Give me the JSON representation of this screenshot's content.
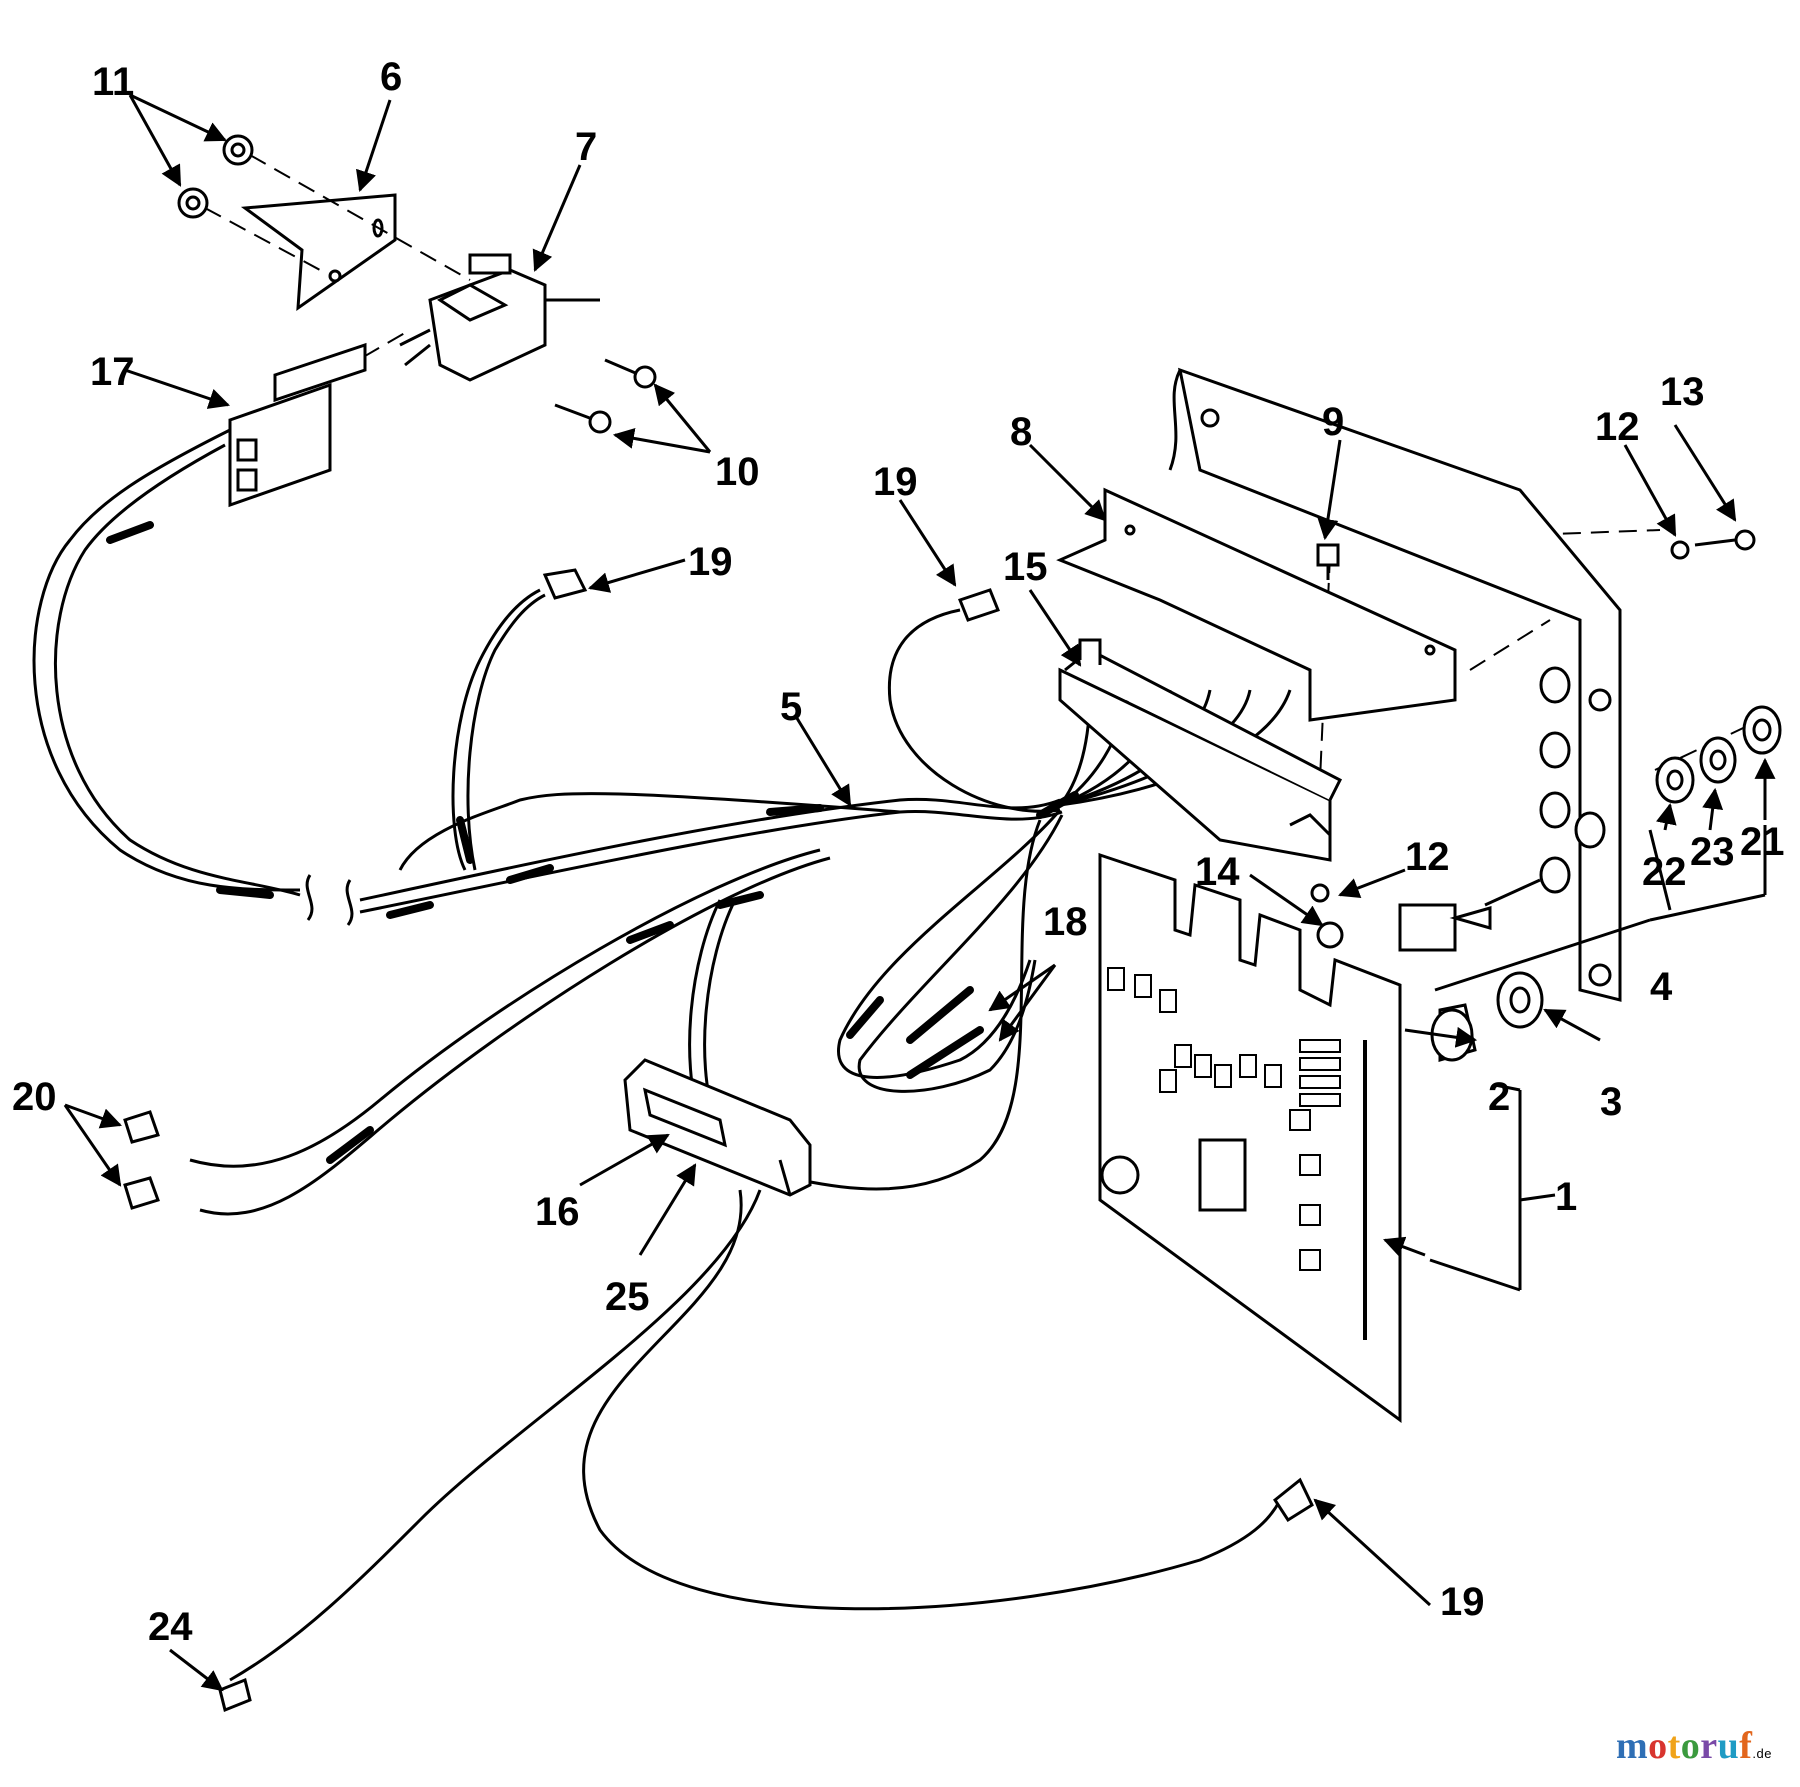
{
  "diagram": {
    "callouts": {
      "c1": "1",
      "c2": "2",
      "c3": "3",
      "c4": "4",
      "c5": "5",
      "c6": "6",
      "c7": "7",
      "c8": "8",
      "c9": "9",
      "c10": "10",
      "c11": "11",
      "c12a": "12",
      "c12b": "12",
      "c13": "13",
      "c14": "14",
      "c15": "15",
      "c16": "16",
      "c17": "17",
      "c18": "18",
      "c19a": "19",
      "c19b": "19",
      "c19c": "19",
      "c20": "20",
      "c21": "21",
      "c22": "22",
      "c23": "23",
      "c24": "24",
      "c25": "25"
    }
  },
  "watermark": {
    "letters": [
      "m",
      "o",
      "t",
      "o",
      "r",
      "u",
      "f"
    ],
    "colors": [
      "#2f6fb5",
      "#d8352f",
      "#f0a31a",
      "#3b9a3e",
      "#7a4aa8",
      "#1f9bc4",
      "#e2661d"
    ],
    "suffix": ".de"
  }
}
